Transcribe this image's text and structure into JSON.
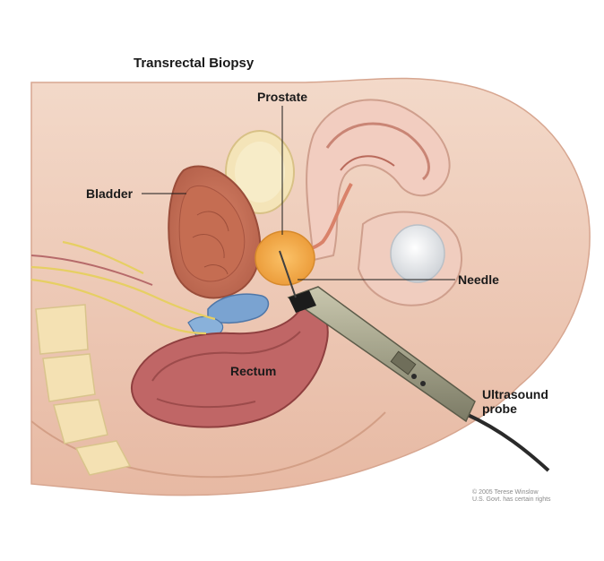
{
  "title": "Transrectal Biopsy",
  "labels": {
    "prostate": "Prostate",
    "bladder": "Bladder",
    "needle": "Needle",
    "rectum": "Rectum",
    "probe_line1": "Ultrasound",
    "probe_line2": "probe"
  },
  "credit": {
    "line1": "© 2005 Terese Winslow",
    "line2": "U.S. Govt. has certain rights"
  },
  "colors": {
    "skin": "#f1d6c6",
    "tissue": "#e9b8a6",
    "bladder": "#c9775e",
    "prostate": "#f0a64a",
    "rectum": "#b95a5a",
    "nerve": "#e8d36a",
    "probe": "#a7a58f"
  }
}
